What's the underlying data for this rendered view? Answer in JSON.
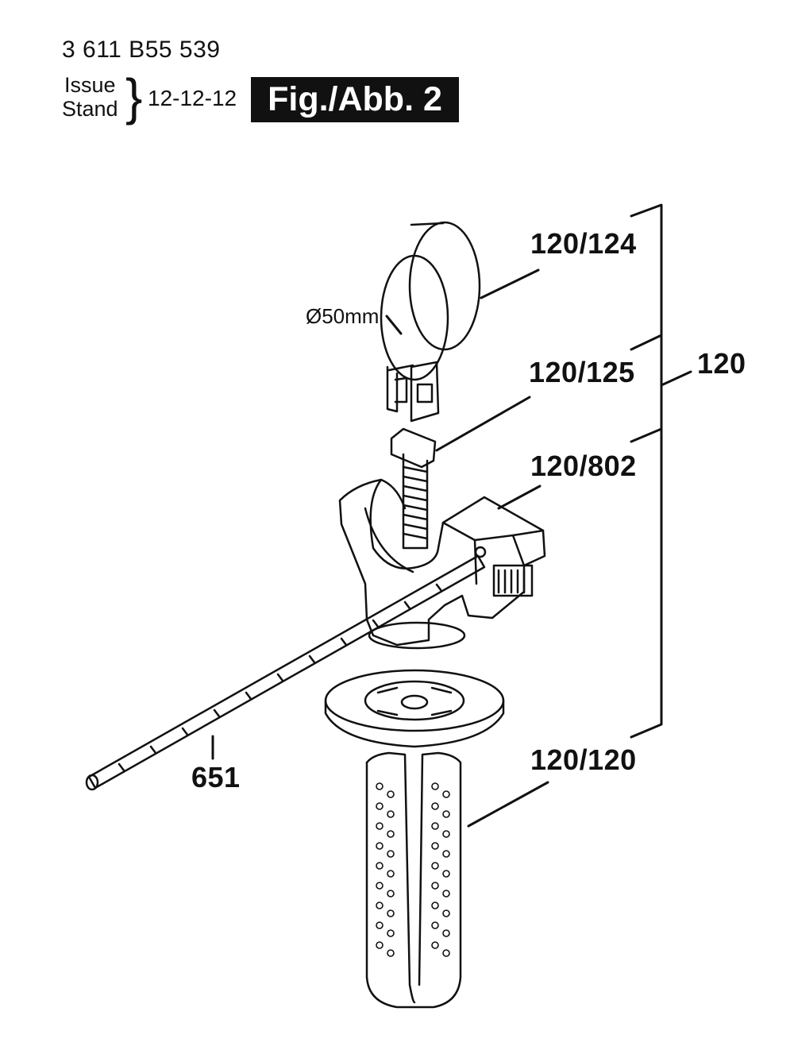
{
  "header": {
    "part_number": "3 611 B55 539",
    "issue_label": "Issue",
    "stand_label": "Stand",
    "issue_date": "12-12-12",
    "figure_label": "Fig./Abb. 2"
  },
  "diagram": {
    "dimension_label": "Ø50mm",
    "callouts": {
      "strap": "120/124",
      "bolt": "120/125",
      "assembly": "120",
      "clamp": "120/802",
      "handle": "120/120",
      "depth_rod": "651"
    }
  }
}
